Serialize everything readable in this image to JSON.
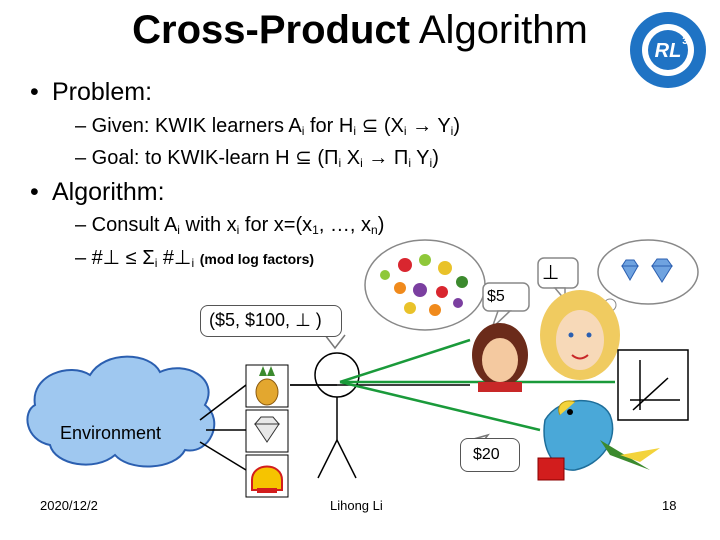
{
  "slide": {
    "title_bold": "Cross-Product",
    "title_rest": "Algorithm",
    "logo_text": "RL",
    "logo_sup": "3",
    "bullets": [
      {
        "label": "Problem:",
        "subs": [
          {
            "prefix": "– Given: KWIK learners A",
            "s1": "i",
            "mid1": " for H",
            "s2": "i",
            "mid2": " ⊆ (X",
            "s3": "i",
            "mid3": " → Y",
            "s4": "i",
            "end": ")"
          },
          {
            "prefix": "– Goal: to KWIK-learn H ⊆ (Π",
            "s1": "i",
            "mid1": " X",
            "s2": "i",
            "mid2": " → Π",
            "s3": "i",
            "mid3": " Y",
            "s4": "i",
            "end": ")"
          }
        ]
      },
      {
        "label": "Algorithm:",
        "subs": [
          {
            "prefix": "– Consult A",
            "s1": "i",
            "mid1": " with x",
            "s2": "i",
            "mid2": " for x=(x",
            "s3": "1",
            "mid3": ", …, x",
            "s4": "n",
            "end": ")"
          },
          {
            "prefix": "– #⊥ ≤ Σ",
            "s1": "i",
            "mid1": " #⊥",
            "s2": "i",
            "note": "(mod log factors)"
          }
        ]
      }
    ],
    "diagram": {
      "output_bubble": "($5, $100, ⊥ )",
      "bottom_bubble": "$20",
      "environment": "Environment",
      "bubble_bottom_symbol": "⊥",
      "bubble_price": "$5"
    },
    "footer": {
      "date": "2020/12/2",
      "author": "Lihong Li",
      "page": "18"
    }
  }
}
